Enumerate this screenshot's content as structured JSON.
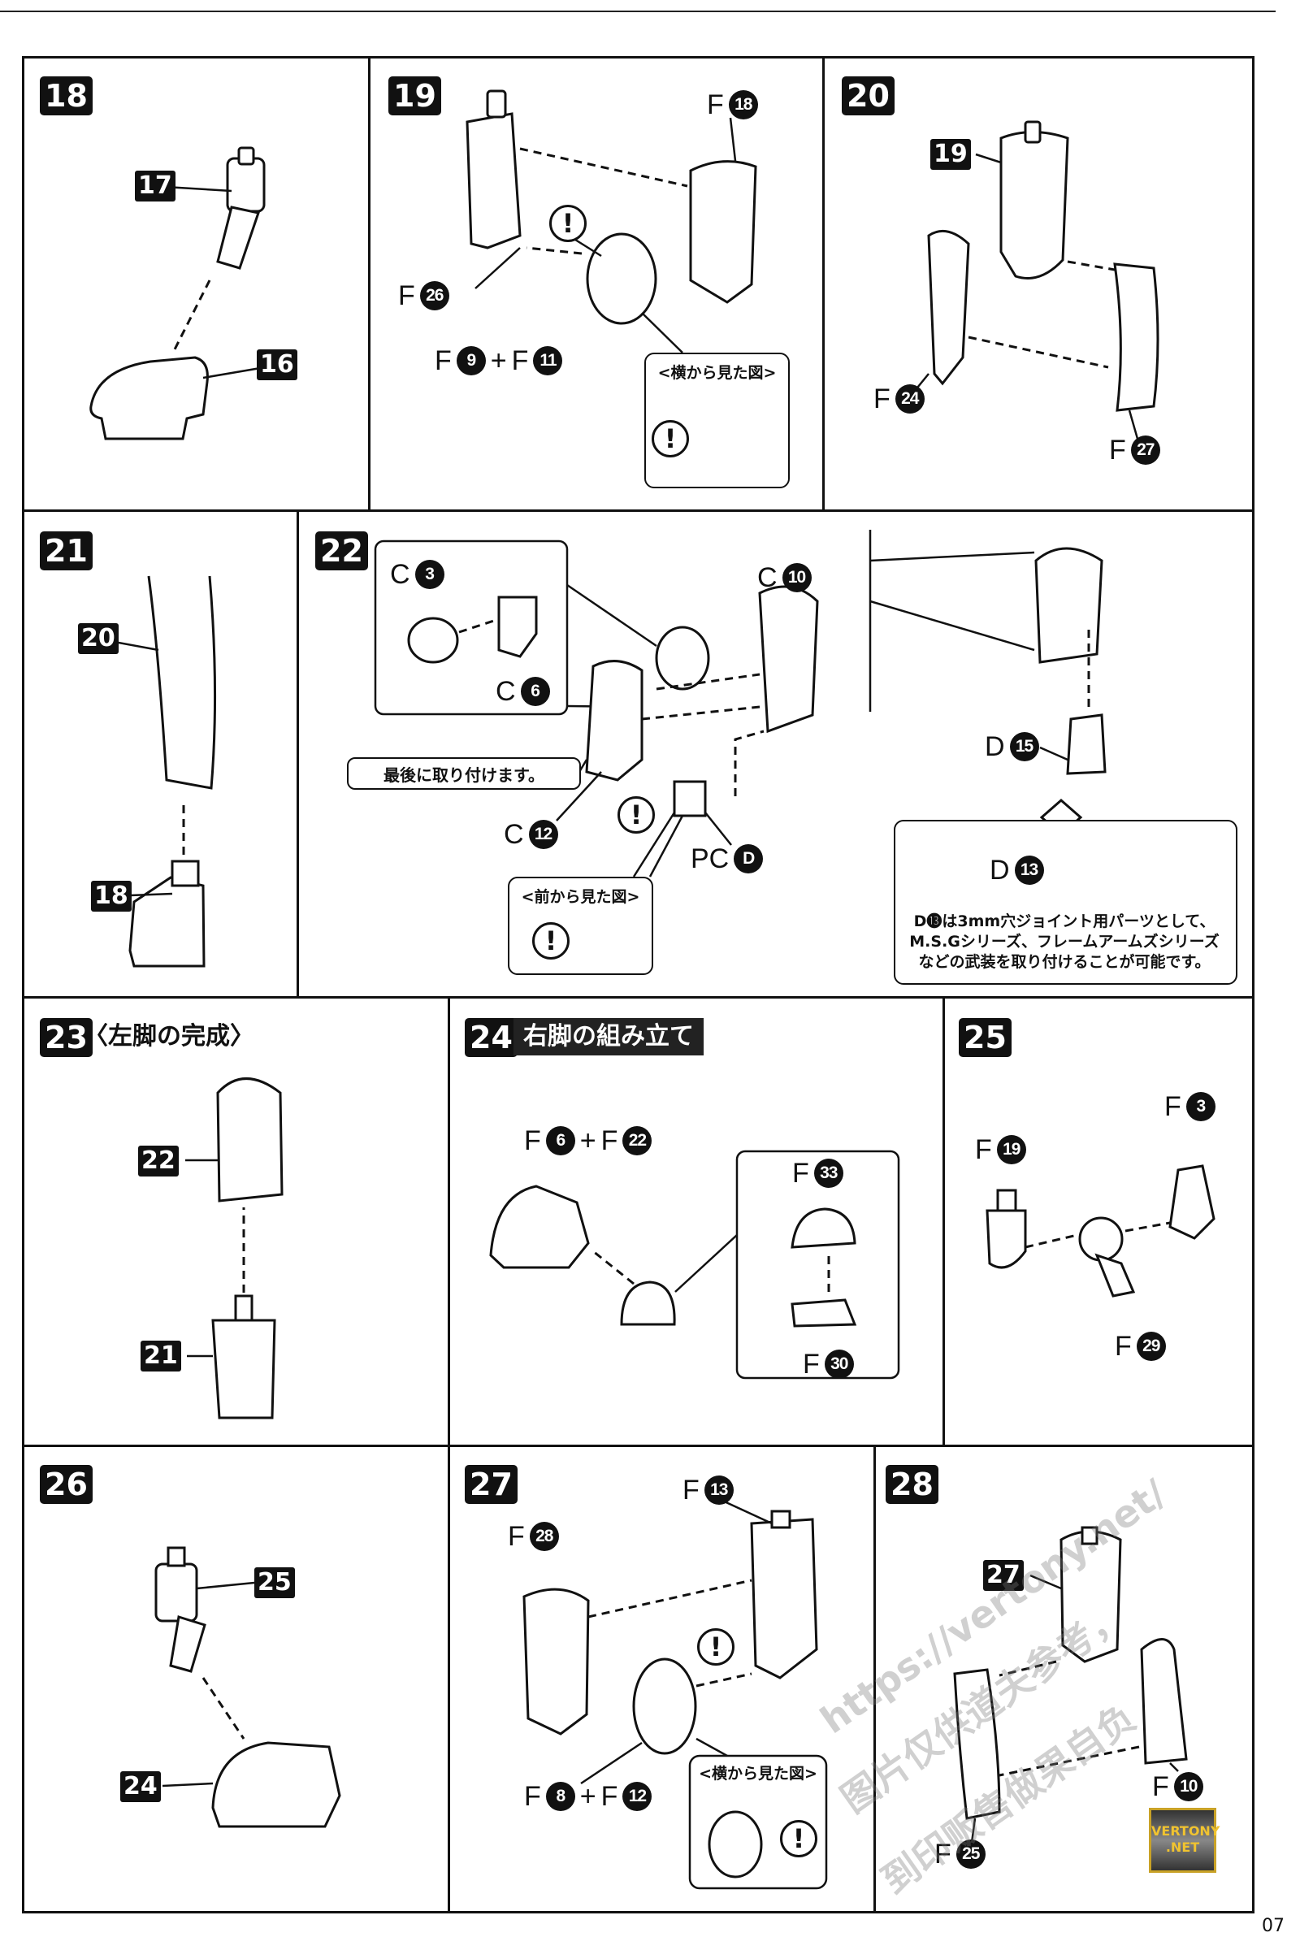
{
  "page_number": "07",
  "steps": [
    {
      "number": "18",
      "labels": [
        {
          "num": "17"
        },
        {
          "num": "16"
        }
      ]
    },
    {
      "number": "19",
      "labels": [
        {
          "runner": "F",
          "num": "18"
        },
        {
          "runner": "F",
          "num": "26"
        },
        {
          "runner": "F",
          "num": "9"
        },
        {
          "runner": "F",
          "num": "11"
        }
      ],
      "plus": "+",
      "callout": "<横から見た図>"
    },
    {
      "number": "20",
      "labels": [
        {
          "num": "19"
        },
        {
          "runner": "F",
          "num": "24"
        },
        {
          "runner": "F",
          "num": "27"
        }
      ]
    },
    {
      "number": "21",
      "labels": [
        {
          "num": "20"
        },
        {
          "num": "18"
        }
      ]
    },
    {
      "number": "22",
      "labels": [
        {
          "runner": "C",
          "num": "3"
        },
        {
          "runner": "C",
          "num": "6"
        },
        {
          "runner": "C",
          "num": "10"
        },
        {
          "runner": "C",
          "num": "12"
        },
        {
          "runner": "PC",
          "num": "D"
        },
        {
          "runner": "D",
          "num": "15"
        },
        {
          "runner": "D",
          "num": "13"
        }
      ],
      "note_last": "最後に取り付けます。",
      "callout": "<前から見た図>",
      "info_lines": [
        "D⓭は3mm穴ジョイント用パーツとして、",
        "M.S.Gシリーズ、フレームアームズシリーズ",
        "などの武装を取り付けることが可能です。"
      ]
    },
    {
      "number": "23",
      "title": "〈左脚の完成〉",
      "labels": [
        {
          "num": "22"
        },
        {
          "num": "21"
        }
      ]
    },
    {
      "number": "24",
      "title": "右脚の組み立て",
      "labels": [
        {
          "runner": "F",
          "num": "6"
        },
        {
          "runner": "F",
          "num": "22"
        },
        {
          "runner": "F",
          "num": "33"
        },
        {
          "runner": "F",
          "num": "30"
        }
      ],
      "plus": "+"
    },
    {
      "number": "25",
      "labels": [
        {
          "runner": "F",
          "num": "3"
        },
        {
          "runner": "F",
          "num": "19"
        },
        {
          "runner": "F",
          "num": "29"
        }
      ]
    },
    {
      "number": "26",
      "labels": [
        {
          "num": "25"
        },
        {
          "num": "24"
        }
      ]
    },
    {
      "number": "27",
      "labels": [
        {
          "runner": "F",
          "num": "13"
        },
        {
          "runner": "F",
          "num": "28"
        },
        {
          "runner": "F",
          "num": "8"
        },
        {
          "runner": "F",
          "num": "12"
        }
      ],
      "plus": "+",
      "callout": "<横から見た図>"
    },
    {
      "number": "28",
      "labels": [
        {
          "num": "27"
        },
        {
          "runner": "F",
          "num": "25"
        },
        {
          "runner": "F",
          "num": "10"
        }
      ]
    }
  ],
  "caution_mark": "!",
  "watermark": {
    "url": "https://vertony.net/",
    "text_cn_1": "图片仅供道夫参考，",
    "text_cn_2": "到印贩售做果自负",
    "logo": "VERTONY .NET"
  }
}
